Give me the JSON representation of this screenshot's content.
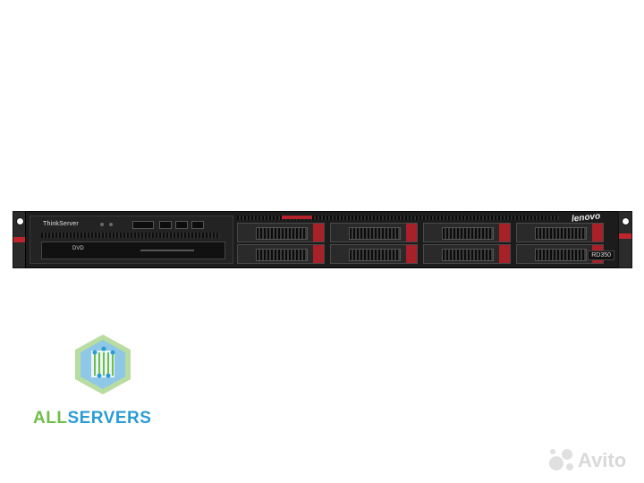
{
  "server": {
    "brand": "ThinkServer",
    "logo": "lenovo",
    "model": "RD350",
    "drive_label": "DVD",
    "bays": 8,
    "accent_color": "#c0242c",
    "chassis_color": "#1c1c1c"
  },
  "branding": {
    "part1": "ALL",
    "part2": "SERVERS",
    "color1": "#6fbe49",
    "color2": "#2b9bd4"
  },
  "watermark": {
    "text": "Avito",
    "icon": "avito-dots-icon"
  }
}
